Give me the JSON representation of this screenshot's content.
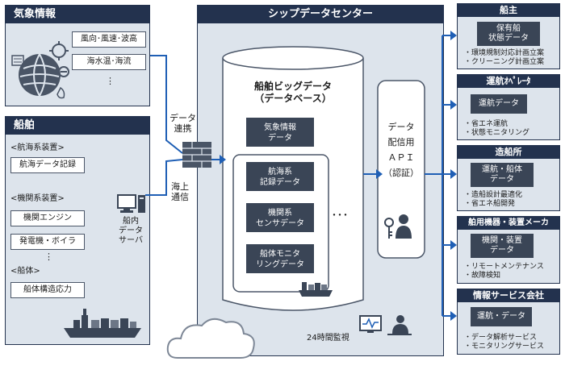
{
  "weather": {
    "title": "気象情報",
    "items": [
      "風向･風速･波高",
      "海水温･海流"
    ],
    "more": "⋮"
  },
  "ship": {
    "title": "船舶",
    "nav_header": "<航海系装置>",
    "nav_items": [
      "航海データ記録"
    ],
    "engine_header": "<機関系装置>",
    "engine_items": [
      "機関エンジン",
      "発電機・ボイラ"
    ],
    "hull_header": "<船体>",
    "hull_items": [
      "船体構造応力"
    ],
    "server_label": "船内\nデータ\nサーバ",
    "more": "⋮"
  },
  "links": {
    "data_link": "データ\n連携",
    "sat_link": "海上\n通信"
  },
  "center": {
    "title": "シップデータセンター",
    "bigdata_title": "船舶ビッグデータ\n（データベース）",
    "db_weather": "気象情報\nデータ",
    "db_nav": "航海系\n記録データ",
    "db_engine": "機関系\nセンサデータ",
    "db_hull": "船体モニタ\nリングデータ",
    "db_more": "･･･",
    "api_label": "データ\n配信用\nＡＰＩ\n（認証）",
    "monitor_label": "24時間監視"
  },
  "users": [
    {
      "title": "船主",
      "box": "保有船\n状態データ",
      "items": [
        "・環境規制対応計画立案",
        "・クリーニング計画立案"
      ]
    },
    {
      "title": "運航ｵﾍﾟﾚｰﾀ",
      "box": "運航データ",
      "items": [
        "・省エネ運航",
        "・状態モニタリング"
      ]
    },
    {
      "title": "造船所",
      "box": "運航・船体\nデータ",
      "items": [
        "・造船設計最適化",
        "・省エネ船開発"
      ]
    },
    {
      "title": "舶用機器・装置メーカ",
      "box": "機関・装置\nデータ",
      "items": [
        "・リモートメンテナンス",
        "・故障検知"
      ]
    },
    {
      "title": "情報サービス会社",
      "box": "運航・データ",
      "items": [
        "・データ解析サービス",
        "・モニタリングサービス"
      ]
    }
  ],
  "colors": {
    "navy": "#23324e",
    "panel": "#dde4ec",
    "arrow": "#1f5fb5",
    "dark_box": "#3a4556"
  }
}
